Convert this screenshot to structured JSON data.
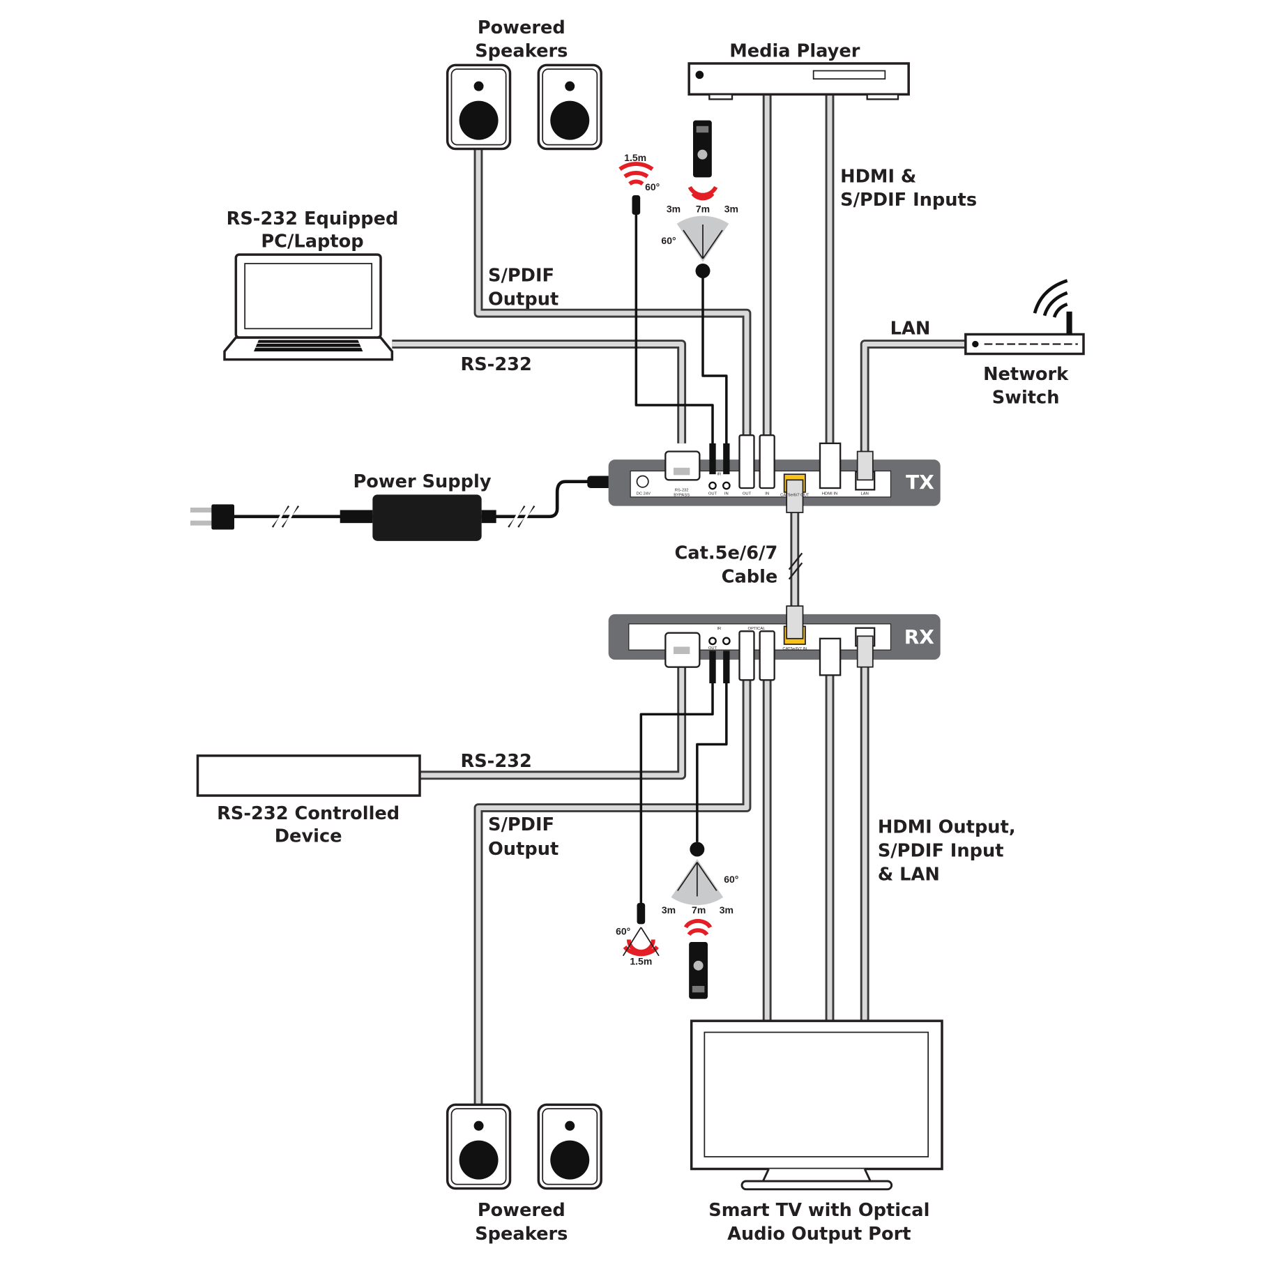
{
  "labels": {
    "top_speakers": [
      "Powered",
      "Speakers"
    ],
    "media_player": "Media Player",
    "hdmi_spdif_inputs": [
      "HDMI &",
      "S/PDIF Inputs"
    ],
    "laptop": [
      "RS-232 Equipped",
      "PC/Laptop"
    ],
    "tx_spdif_output": [
      "S/PDIF",
      "Output"
    ],
    "tx_rs232": "RS-232",
    "lan": "LAN",
    "network_switch": [
      "Network",
      "Switch"
    ],
    "power_supply": "Power Supply",
    "cable": [
      "Cat.5e/6/7",
      "Cable"
    ],
    "rx_rs232": "RS-232",
    "controlled_device": [
      "RS-232 Controlled",
      "Device"
    ],
    "rx_spdif_output": [
      "S/PDIF",
      "Output"
    ],
    "hdmi_output": [
      "HDMI Output,",
      "S/PDIF Input",
      "& LAN"
    ],
    "bottom_speakers": [
      "Powered",
      "Speakers"
    ],
    "tv": [
      "Smart TV with Optical",
      "Audio Output Port"
    ]
  },
  "tx": {
    "name": "TX",
    "ports": {
      "dc": "DC 24V",
      "rs232": "RS-232",
      "bypass": "BYPASS",
      "ir": "IR",
      "ir_out": "OUT",
      "ir_in": "IN",
      "opt_out": "OUT",
      "opt_in": "IN",
      "cat": "CAT5e/6/7 OUT",
      "hdmi": "HDMI IN",
      "lan": "LAN"
    }
  },
  "rx": {
    "name": "RX",
    "ports": {
      "ir": "IR",
      "optical": "OPTICAL",
      "ir_out": "OUT",
      "cat": "CAT5e/6/7 IN"
    }
  },
  "ir": {
    "tx_emitter_range": "1.5m",
    "tx_emitter_angle": "60°",
    "tx_sensor": [
      "3m",
      "7m",
      "3m"
    ],
    "tx_sensor_angle": "60°",
    "rx_sensor_angle": "60°",
    "rx_sensor": [
      "3m",
      "7m",
      "3m"
    ],
    "rx_emitter_angle": "60°",
    "rx_emitter_range": "1.5m"
  },
  "colors": {
    "box": "#6d6e71",
    "ir_red": "#e31e24",
    "cable": "#d9d9d9"
  }
}
